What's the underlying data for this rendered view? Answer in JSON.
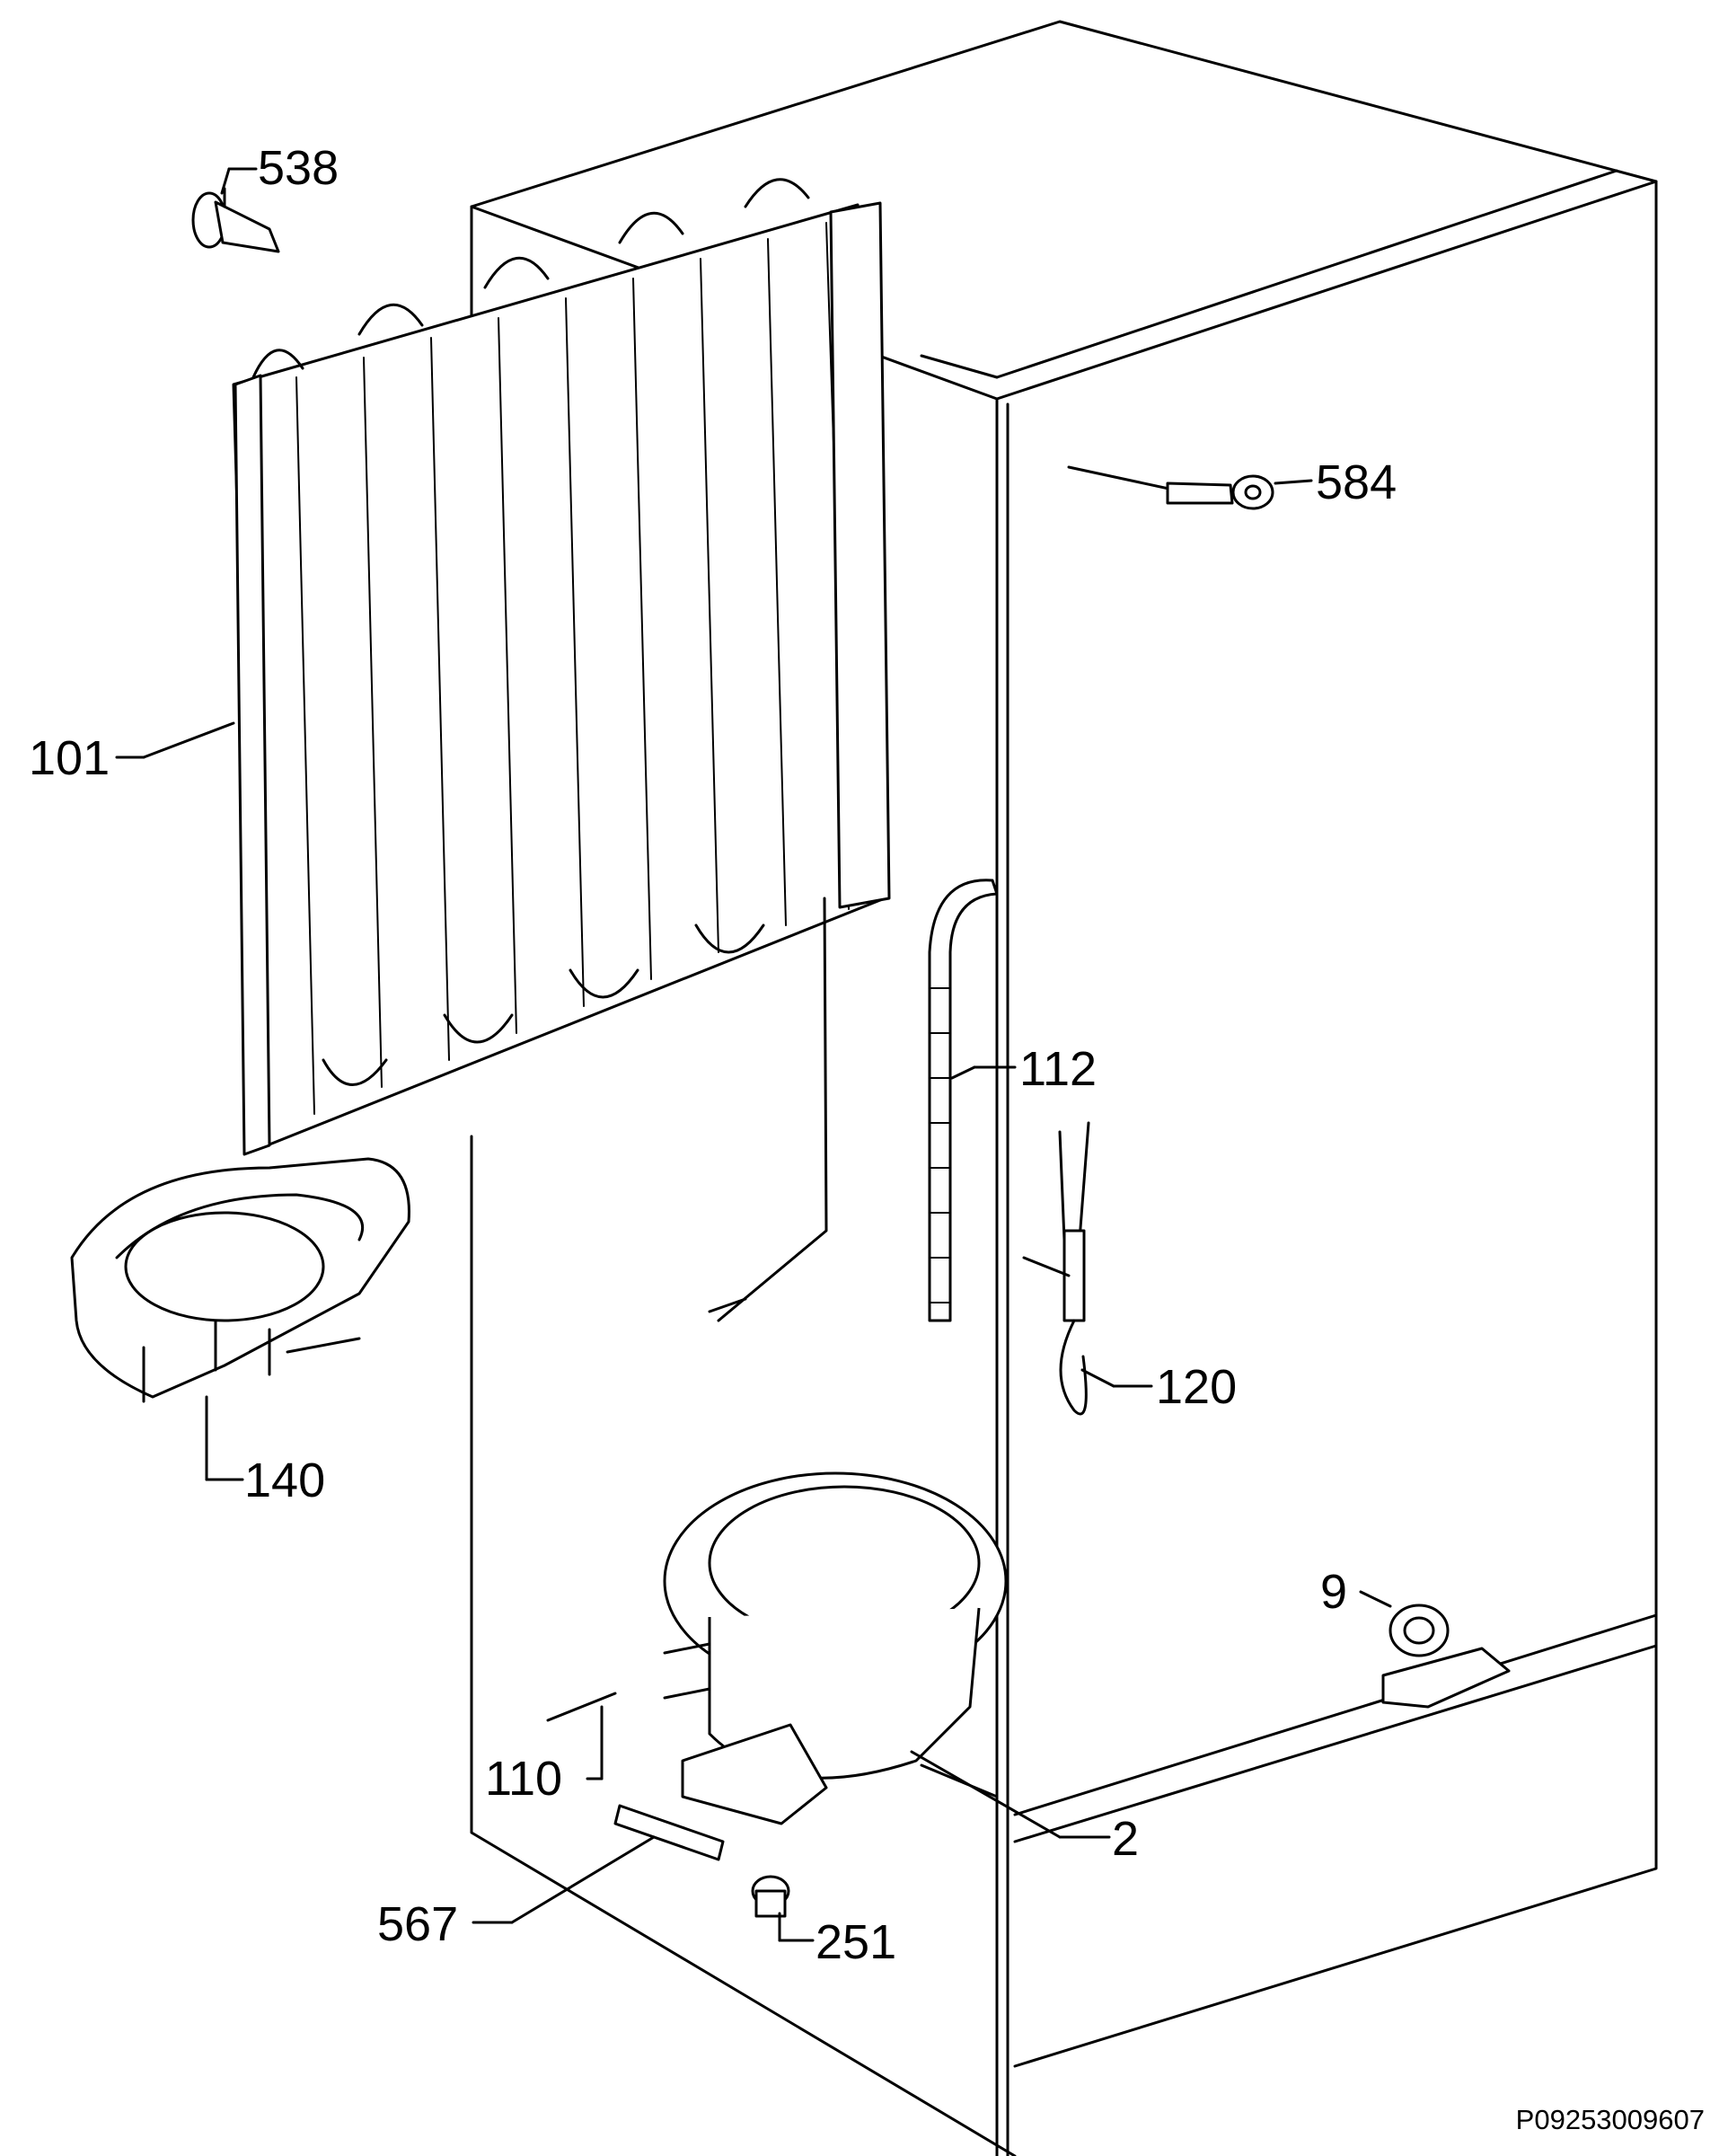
{
  "callouts": [
    {
      "id": "538",
      "label": "538"
    },
    {
      "id": "584",
      "label": "584"
    },
    {
      "id": "101",
      "label": "101"
    },
    {
      "id": "112",
      "label": "112"
    },
    {
      "id": "120",
      "label": "120"
    },
    {
      "id": "140",
      "label": "140"
    },
    {
      "id": "9",
      "label": "9"
    },
    {
      "id": "110",
      "label": "110"
    },
    {
      "id": "2",
      "label": "2"
    },
    {
      "id": "567",
      "label": "567"
    },
    {
      "id": "251",
      "label": "251"
    }
  ],
  "reference_code": "P09253009607"
}
